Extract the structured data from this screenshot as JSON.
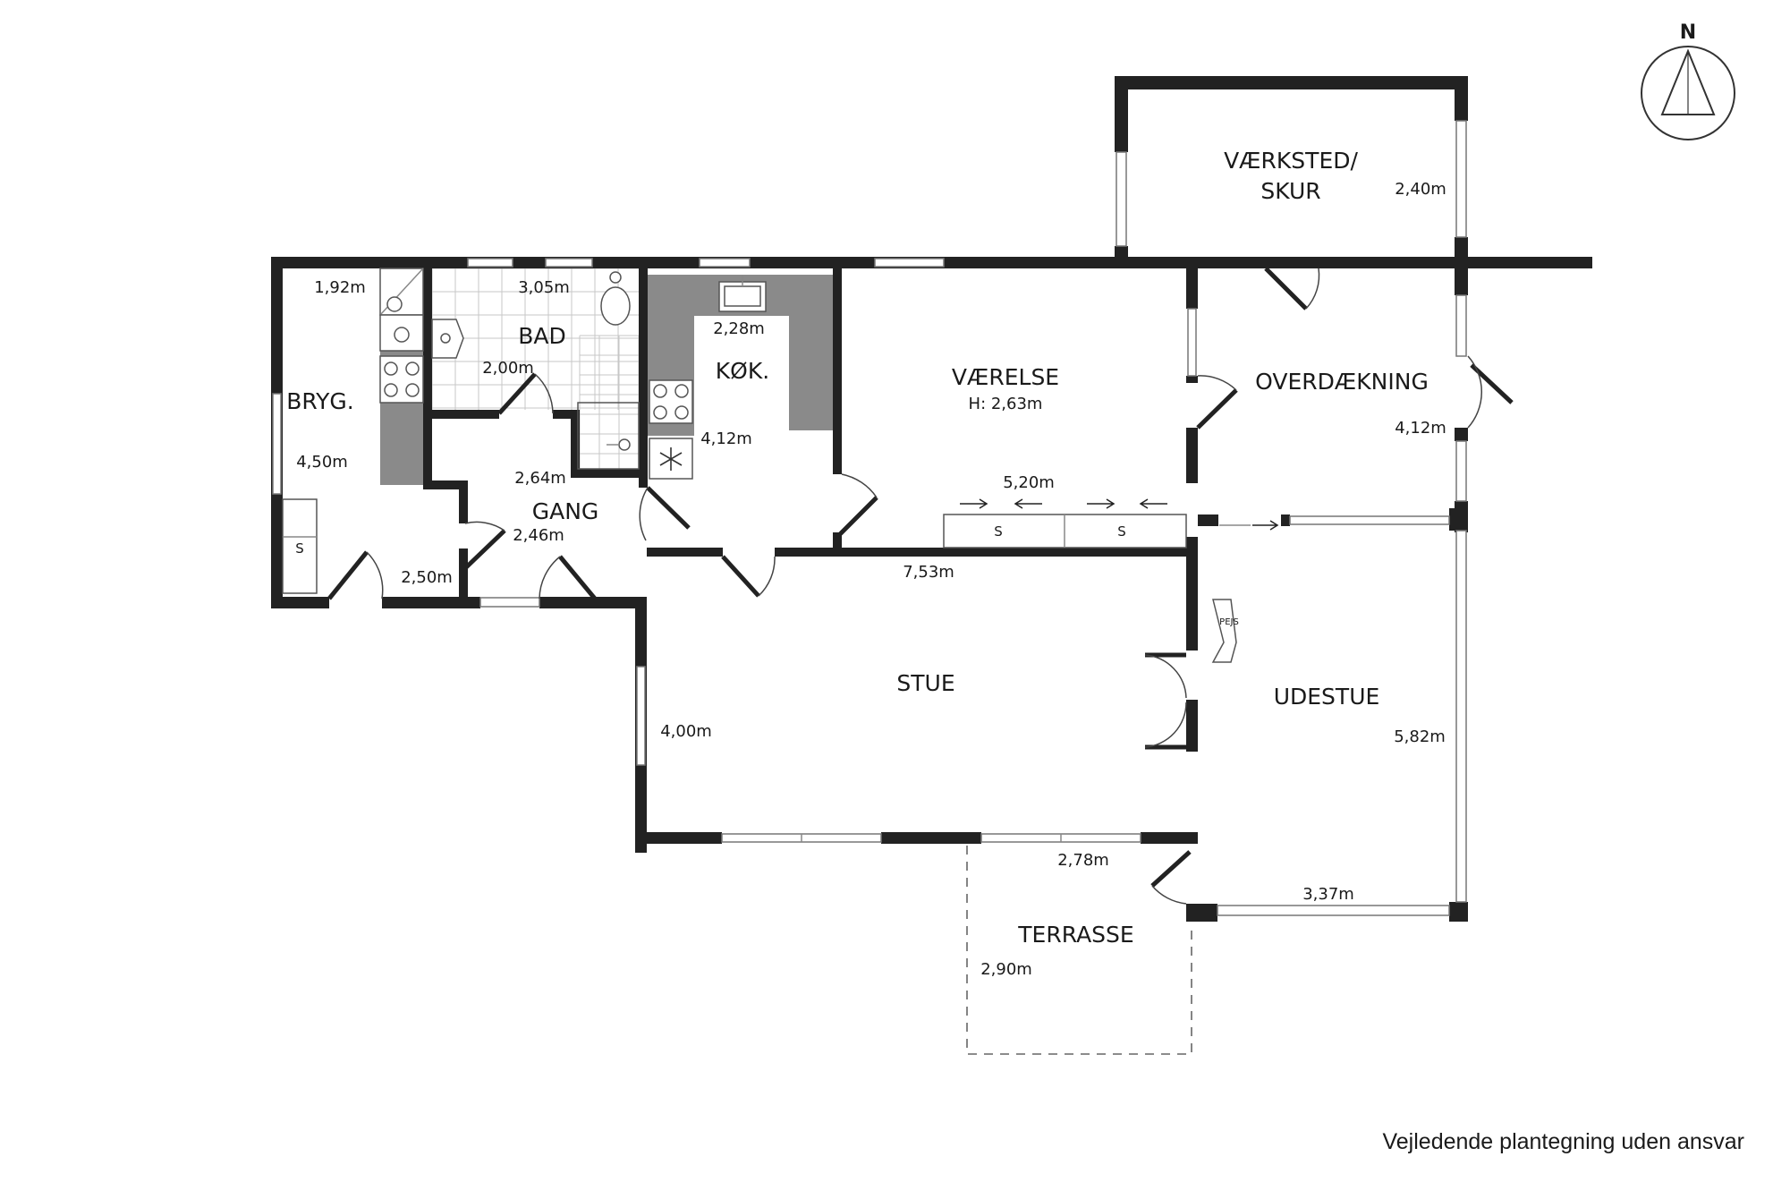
{
  "rooms": {
    "bryg": "BRYG.",
    "bad": "BAD",
    "kok": "KØK.",
    "vaerelse": "VÆRELSE",
    "vaerelse_height": "H: 2,63m",
    "gang": "GANG",
    "vaerksted_line1": "VÆRKSTED/",
    "vaerksted_line2": "SKUR",
    "overdaekning": "OVERDÆKNING",
    "stue": "STUE",
    "udestue": "UDESTUE",
    "terrasse": "TERRASSE"
  },
  "dimensions": {
    "bryg_w": "1,92m",
    "bryg_h": "4,50m",
    "bryg_bottom": "2,50m",
    "bad_w": "3,05m",
    "bad_h": "2,00m",
    "kok_w": "2,28m",
    "kok_h": "4,12m",
    "gang_w": "2,64m",
    "gang_h": "2,46m",
    "vaerelse_w": "5,20m",
    "stue_w": "7,53m",
    "stue_h": "4,00m",
    "vaerksted_h": "2,40m",
    "overdaekning_h": "4,12m",
    "udestue_h": "5,82m",
    "udestue_w": "3,37m",
    "stue_bottom": "2,78m",
    "terrasse_h": "2,90m"
  },
  "symbols": {
    "storage_bryg": "S",
    "storage_1": "S",
    "storage_2": "S",
    "fireplace": "PEJS",
    "north": "N"
  },
  "footer": {
    "disclaimer": "Vejledende plantegning uden ansvar"
  }
}
